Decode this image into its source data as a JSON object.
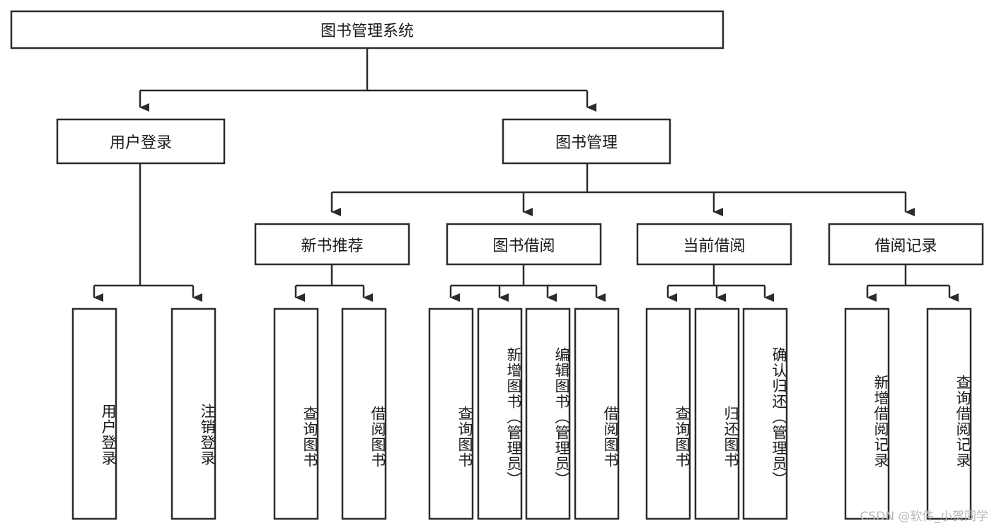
{
  "diagram": {
    "title": "图书管理系统",
    "type": "tree-hierarchy-diagram",
    "watermark": "CSDN @软件_小贺同学",
    "colors": {
      "box_stroke": "#2b2b2b",
      "box_fill": "#ffffff",
      "text": "#1a1a1a",
      "background": "#ffffff",
      "watermark": "#b9b9b9"
    },
    "root": {
      "label": "图书管理系统"
    },
    "level2": [
      {
        "label": "用户登录"
      },
      {
        "label": "图书管理"
      }
    ],
    "level3": [
      {
        "label": "新书推荐"
      },
      {
        "label": "图书借阅"
      },
      {
        "label": "当前借阅"
      },
      {
        "label": "借阅记录"
      }
    ],
    "leaves": {
      "user_login": [
        {
          "label": "用户登录"
        },
        {
          "label": "注销登录"
        }
      ],
      "new_book_recommend": [
        {
          "label": "查询图书"
        },
        {
          "label": "借阅图书"
        }
      ],
      "book_borrow": [
        {
          "label": "查询图书"
        },
        {
          "label": "新增图书（管理员）"
        },
        {
          "label": "编辑图书（管理员）"
        },
        {
          "label": "借阅图书"
        }
      ],
      "current_borrow": [
        {
          "label": "查询图书"
        },
        {
          "label": "归还图书"
        },
        {
          "label": "确认归还（管理员）"
        }
      ],
      "borrow_record": [
        {
          "label": "新增借阅记录"
        },
        {
          "label": "查询借阅记录"
        }
      ]
    }
  }
}
